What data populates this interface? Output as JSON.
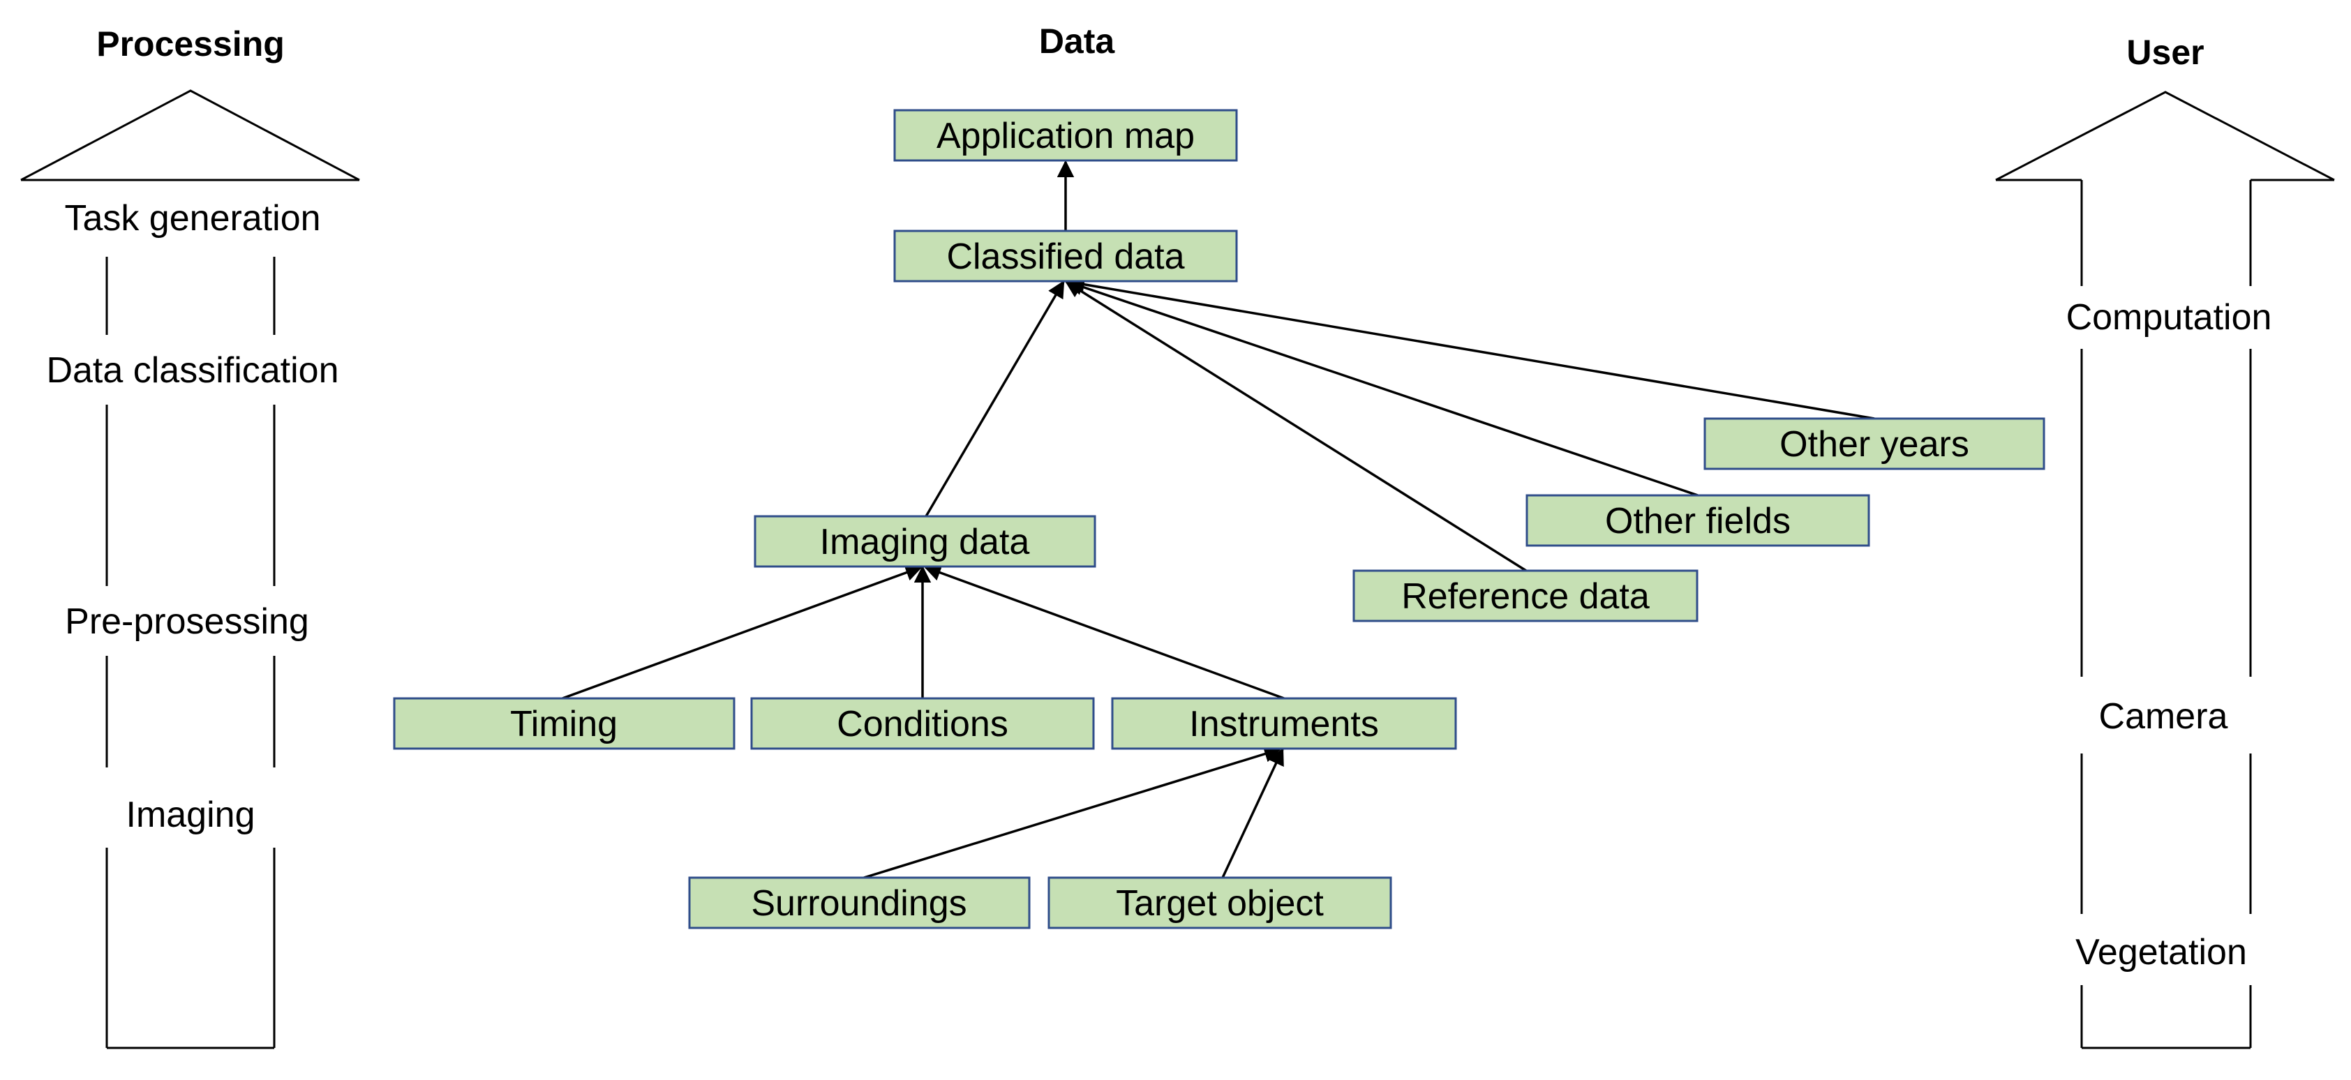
{
  "headings": {
    "processing": "Processing",
    "data": "Data",
    "user": "User"
  },
  "processing_steps": [
    "Task generation",
    "Data classification",
    "Pre-prosessing",
    "Imaging"
  ],
  "user_steps": [
    "Computation",
    "Camera",
    "Vegetation"
  ],
  "nodes": {
    "application_map": "Application map",
    "classified_data": "Classified data",
    "imaging_data": "Imaging data",
    "reference_data": "Reference data",
    "other_fields": "Other fields",
    "other_years": "Other years",
    "timing": "Timing",
    "conditions": "Conditions",
    "instruments": "Instruments",
    "surroundings": "Surroundings",
    "target_object": "Target object"
  },
  "edges": [
    {
      "from": "classified_data",
      "to": "application_map"
    },
    {
      "from": "imaging_data",
      "to": "classified_data"
    },
    {
      "from": "reference_data",
      "to": "classified_data"
    },
    {
      "from": "other_fields",
      "to": "classified_data"
    },
    {
      "from": "other_years",
      "to": "classified_data"
    },
    {
      "from": "timing",
      "to": "imaging_data"
    },
    {
      "from": "conditions",
      "to": "imaging_data"
    },
    {
      "from": "instruments",
      "to": "imaging_data"
    },
    {
      "from": "surroundings",
      "to": "instruments"
    },
    {
      "from": "target_object",
      "to": "instruments"
    }
  ],
  "colors": {
    "node_fill": "#c6e0b4",
    "node_border": "#2f4d8a",
    "line": "#000000"
  }
}
